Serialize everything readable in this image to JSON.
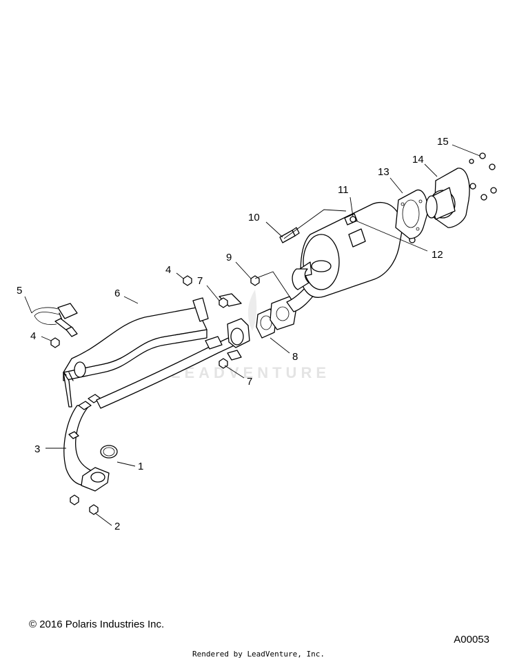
{
  "watermark": "LEADVENTURE",
  "callouts": [
    "1",
    "2",
    "3",
    "4",
    "4",
    "5",
    "6",
    "7",
    "7",
    "8",
    "9",
    "10",
    "11",
    "12",
    "13",
    "14",
    "15"
  ],
  "footer": {
    "copyright": "© 2016 Polaris Industries Inc.",
    "diagram_code": "A00053",
    "rendered_by": "Rendered by LeadVenture, Inc."
  }
}
